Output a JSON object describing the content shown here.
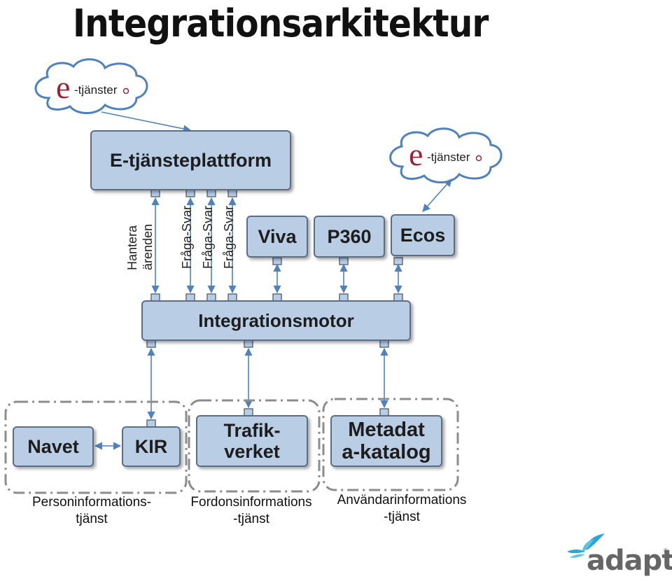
{
  "title": "Integrationsarkitektur",
  "cloud_label": "-tjänster",
  "cloud_letter": "e",
  "boxes": {
    "platform": "E-tjänsteplattform",
    "viva": "Viva",
    "p360": "P360",
    "ecos": "Ecos",
    "engine": "Integrationsmotor",
    "navet": "Navet",
    "kir": "KIR",
    "trafik_line1": "Trafik-",
    "trafik_line2": "verket",
    "meta_line1": "Metadat",
    "meta_line2": "a-katalog"
  },
  "vertical_labels": {
    "hantera_line1": "Hantera",
    "hantera_line2": "ärenden",
    "fraga1": "Fråga-Svar",
    "fraga2": "Fråga-Svar",
    "fraga3": "Fråga-Svar"
  },
  "groups": {
    "person_line1": "Personinformations-",
    "person_line2": "tjänst",
    "fordon_line1": "Fordonsinformations",
    "fordon_line2": "-tjänst",
    "anvandar_line1": "Användarinformations",
    "anvandar_line2": "-tjänst"
  },
  "logo": {
    "text": "adaptit",
    "reg": "®"
  },
  "colors": {
    "box_fill": "#b9cde5",
    "box_border": "#5b6e85",
    "arrow": "#4f81bd",
    "dash": "#808080",
    "cloud_e": "#9b2335"
  }
}
